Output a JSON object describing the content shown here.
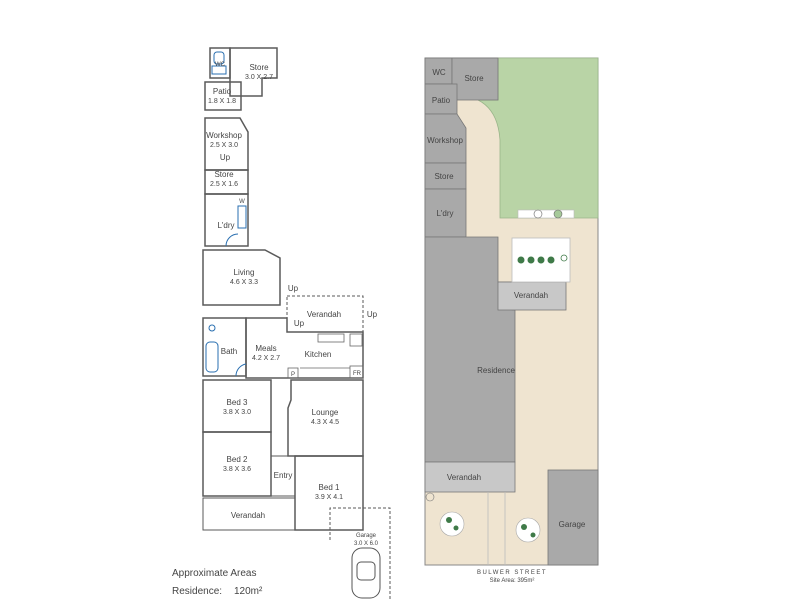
{
  "floor_plan": {
    "rooms": [
      {
        "name": "WC",
        "dims": ""
      },
      {
        "name": "Store",
        "dims": "3.0 X 2.7"
      },
      {
        "name": "Patio",
        "dims": "1.8 X 1.8"
      },
      {
        "name": "Workshop",
        "dims": "2.5 X 3.0"
      },
      {
        "name": "Store",
        "dims": "2.5 X 1.6"
      },
      {
        "name": "L'dry",
        "dims": ""
      },
      {
        "name": "Living",
        "dims": "4.6 X 3.3"
      },
      {
        "name": "Verandah",
        "dims": ""
      },
      {
        "name": "Bath",
        "dims": ""
      },
      {
        "name": "Meals",
        "dims": "4.2 X 2.7"
      },
      {
        "name": "Kitchen",
        "dims": ""
      },
      {
        "name": "Bed 3",
        "dims": "3.8 X 3.0"
      },
      {
        "name": "Lounge",
        "dims": "4.3 X 4.5"
      },
      {
        "name": "Bed 2",
        "dims": "3.8 X 3.6"
      },
      {
        "name": "Entry",
        "dims": ""
      },
      {
        "name": "Bed 1",
        "dims": "3.9 X 4.1"
      },
      {
        "name": "Verandah",
        "dims": ""
      },
      {
        "name": "Garage",
        "dims": "3.0 X 6.0"
      }
    ],
    "markers": {
      "up1": "Up",
      "up2": "Up",
      "up3": "Up",
      "up4": "Up",
      "pantry": "P",
      "fridge": "FR",
      "w": "W"
    },
    "areas_title": "Approximate Areas",
    "areas": [
      {
        "label": "Residence:",
        "value": "120m²"
      }
    ]
  },
  "site_plan": {
    "labels": {
      "wc": "WC",
      "store1": "Store",
      "patio": "Patio",
      "workshop": "Workshop",
      "store2": "Store",
      "ldry": "L'dry",
      "verandah1": "Verandah",
      "residence": "Residence",
      "verandah2": "Verandah",
      "garage": "Garage"
    },
    "street": "BULWER STREET",
    "site_area": "Site Area: 395m²"
  },
  "colors": {
    "building": "#a9a9a9",
    "building_light": "#c8c8c8",
    "lawn": "#b9d4a6",
    "paving": "#efe4d0",
    "wall": "#5a5a5a",
    "wet_area": "#2a6fb0"
  }
}
